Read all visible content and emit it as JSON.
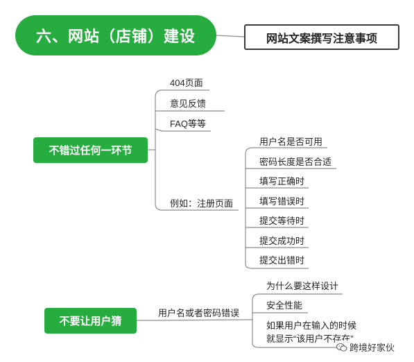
{
  "header": {
    "title": "六、网站（店铺）建设",
    "subtitle": "网站文案撰写注意事项"
  },
  "section1": {
    "topic": "不错过任何一环节",
    "items": [
      "404页面",
      "意见反馈",
      "FAQ等等",
      "例如：注册页面"
    ],
    "example_children": [
      "用户名是否可用",
      "密码长度是否合适",
      "填写正确时",
      "填写错误时",
      "提交等待时",
      "提交成功时",
      "提交出错时"
    ]
  },
  "section2": {
    "topic": "不要让用户猜",
    "branch": "用户名或者密码错误",
    "children": [
      "为什么要这样设计",
      "安全性能",
      "如果用户在输入的时候",
      "就显示“该用户不存在”"
    ]
  },
  "watermark": {
    "label": "跨境好家伙",
    "icon": "wechat-icon"
  },
  "colors": {
    "accent": "#27ad3f",
    "line": "#8c8c8c",
    "text": "#222222"
  }
}
